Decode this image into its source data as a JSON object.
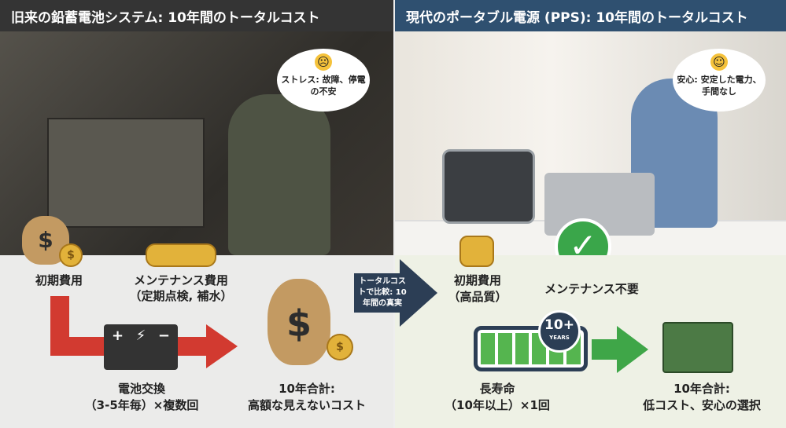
{
  "left": {
    "title": "旧来の鉛蓄電池システム: 10年間のトータルコスト",
    "thought": "ストレス: 故障、停電の不安",
    "initial_cost": "初期費用",
    "maintenance_cost": "メンテナンス費用",
    "maintenance_detail": "（定期点検, 補水）",
    "replacement": "電池交換",
    "replacement_detail": "（3-5年毎）×複数回",
    "total": "10年合計:",
    "total_detail": "高額な見えないコスト"
  },
  "center": {
    "arrow_text": "トータルコストで比較: 10年間の真実"
  },
  "right": {
    "title": "現代のポータブル電源 (PPS): 10年間のトータルコスト",
    "thought": "安心: 安定した電力、手間なし",
    "initial_cost": "初期費用",
    "initial_detail": "（高品質）",
    "no_maintenance": "メンテナンス不要",
    "badge_number": "10+",
    "badge_unit": "YEARS",
    "lifespan": "長寿命",
    "lifespan_detail": "（10年以上）×1回",
    "total": "10年合計:",
    "total_detail": "低コスト、安心の選択"
  },
  "colors": {
    "left_header": "#343434",
    "right_header": "#2f5070",
    "red_arrow": "#d23a30",
    "green_arrow": "#3fa648",
    "center_arrow": "#2c3e55"
  }
}
